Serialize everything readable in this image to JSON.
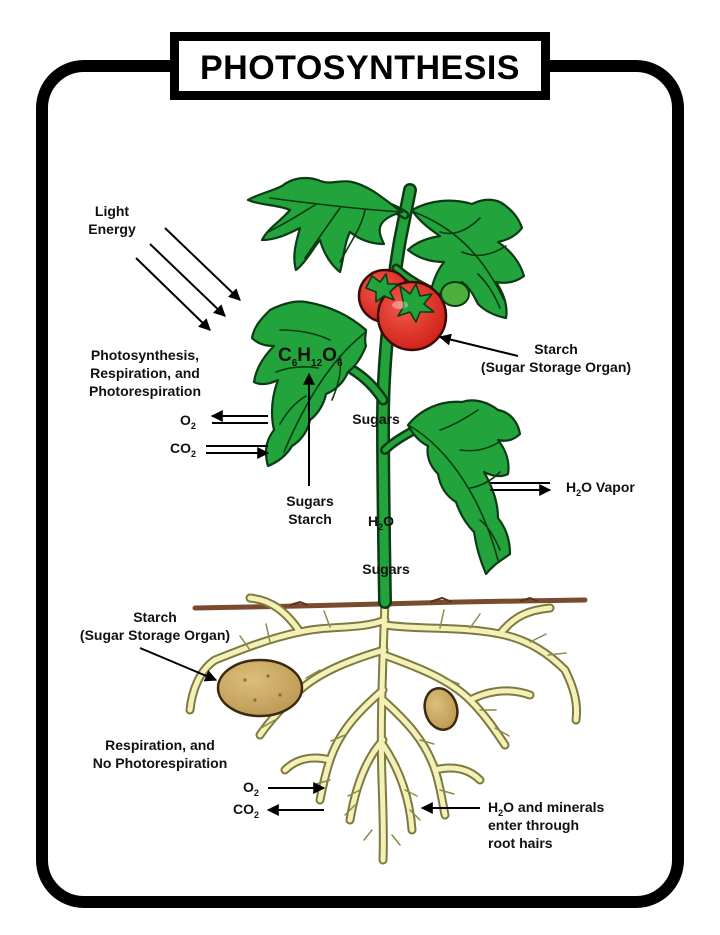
{
  "title": "PHOTOSYNTHESIS",
  "labels": {
    "light_energy": [
      "Light",
      "Energy"
    ],
    "photosynthesis_processes": [
      "Photosynthesis,",
      "Respiration, and",
      "Photorespiration"
    ],
    "leaf_gas_o2": "O",
    "leaf_gas_o2_sub": "2",
    "leaf_gas_co2": "CO",
    "leaf_gas_co2_sub": "2",
    "formula": {
      "c": "C",
      "c_sub": "6",
      "h": "H",
      "h_sub": "12",
      "o": "O",
      "o_sub": "6"
    },
    "leaf_products": [
      "Sugars",
      "Starch"
    ],
    "fruit_storage": [
      "Starch",
      "(Sugar Storage Organ)"
    ],
    "stem_sugars_upper": "Sugars",
    "stem_water": "H",
    "stem_water_sub": "2",
    "stem_water_o": "O",
    "stem_sugars_lower": "Sugars",
    "vapor": {
      "h": "H",
      "sub": "2",
      "rest": "O  Vapor"
    },
    "tuber_storage": [
      "Starch",
      "(Sugar Storage Organ)"
    ],
    "root_respiration": [
      "Respiration, and",
      "No Photorespiration"
    ],
    "root_gas_o2": "O",
    "root_gas_o2_sub": "2",
    "root_gas_co2": "CO",
    "root_gas_co2_sub": "2",
    "root_water": {
      "h": "H",
      "sub": "2",
      "rest": "O  and minerals",
      "line2": "enter through",
      "line3": "root hairs"
    }
  },
  "colors": {
    "leaf": "#23a33b",
    "tomato": "#e12b22",
    "potato": "#c9a862",
    "root": "#f4f0b8",
    "soil": "#7a4a2e",
    "frame": "#000000"
  }
}
